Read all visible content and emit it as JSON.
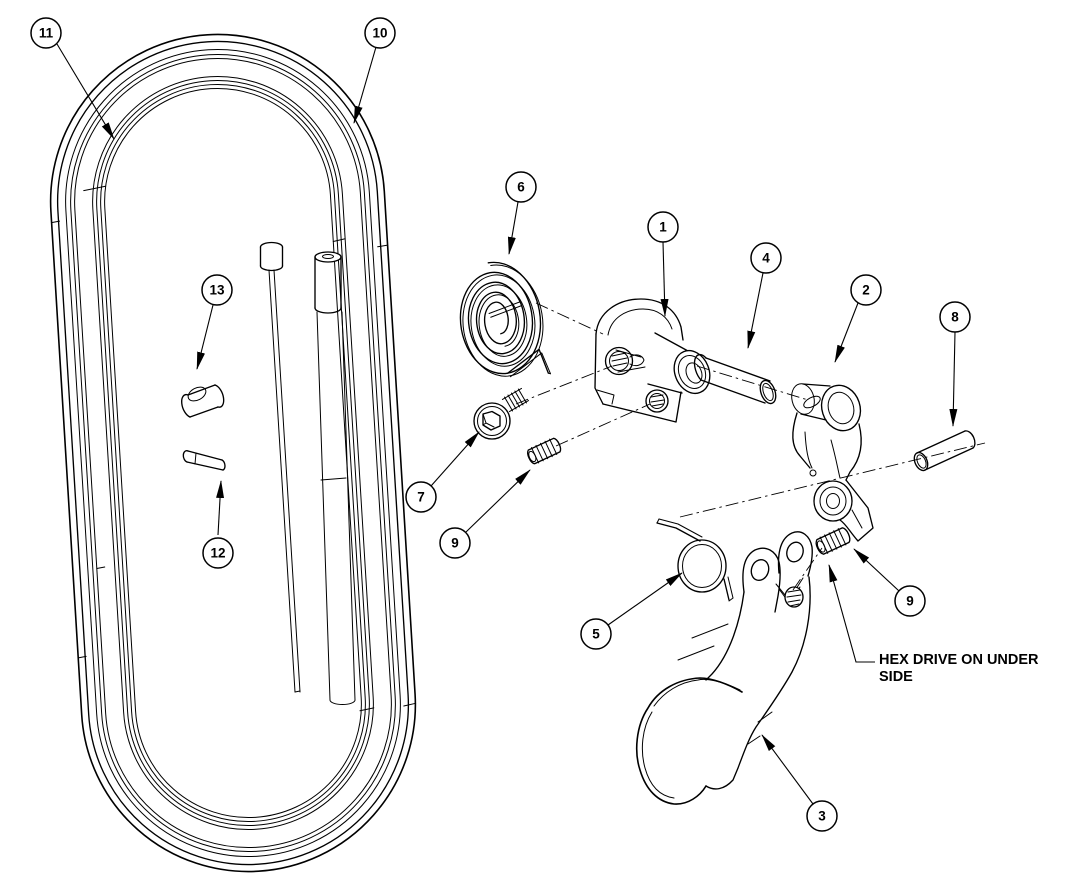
{
  "diagram": {
    "kind": "exploded-parts-diagram",
    "colors": {
      "line": "#000000",
      "background": "#ffffff"
    },
    "note": {
      "line1": "HEX DRIVE ON UNDER",
      "line2": "SIDE"
    },
    "callouts": [
      {
        "id": "11",
        "label": "11"
      },
      {
        "id": "10",
        "label": "10"
      },
      {
        "id": "6",
        "label": "6"
      },
      {
        "id": "1",
        "label": "1"
      },
      {
        "id": "4",
        "label": "4"
      },
      {
        "id": "2",
        "label": "2"
      },
      {
        "id": "8",
        "label": "8"
      },
      {
        "id": "13",
        "label": "13"
      },
      {
        "id": "7",
        "label": "7"
      },
      {
        "id": "9-left",
        "label": "9"
      },
      {
        "id": "12",
        "label": "12"
      },
      {
        "id": "5",
        "label": "5"
      },
      {
        "id": "9-right",
        "label": "9"
      },
      {
        "id": "3",
        "label": "3"
      }
    ]
  }
}
